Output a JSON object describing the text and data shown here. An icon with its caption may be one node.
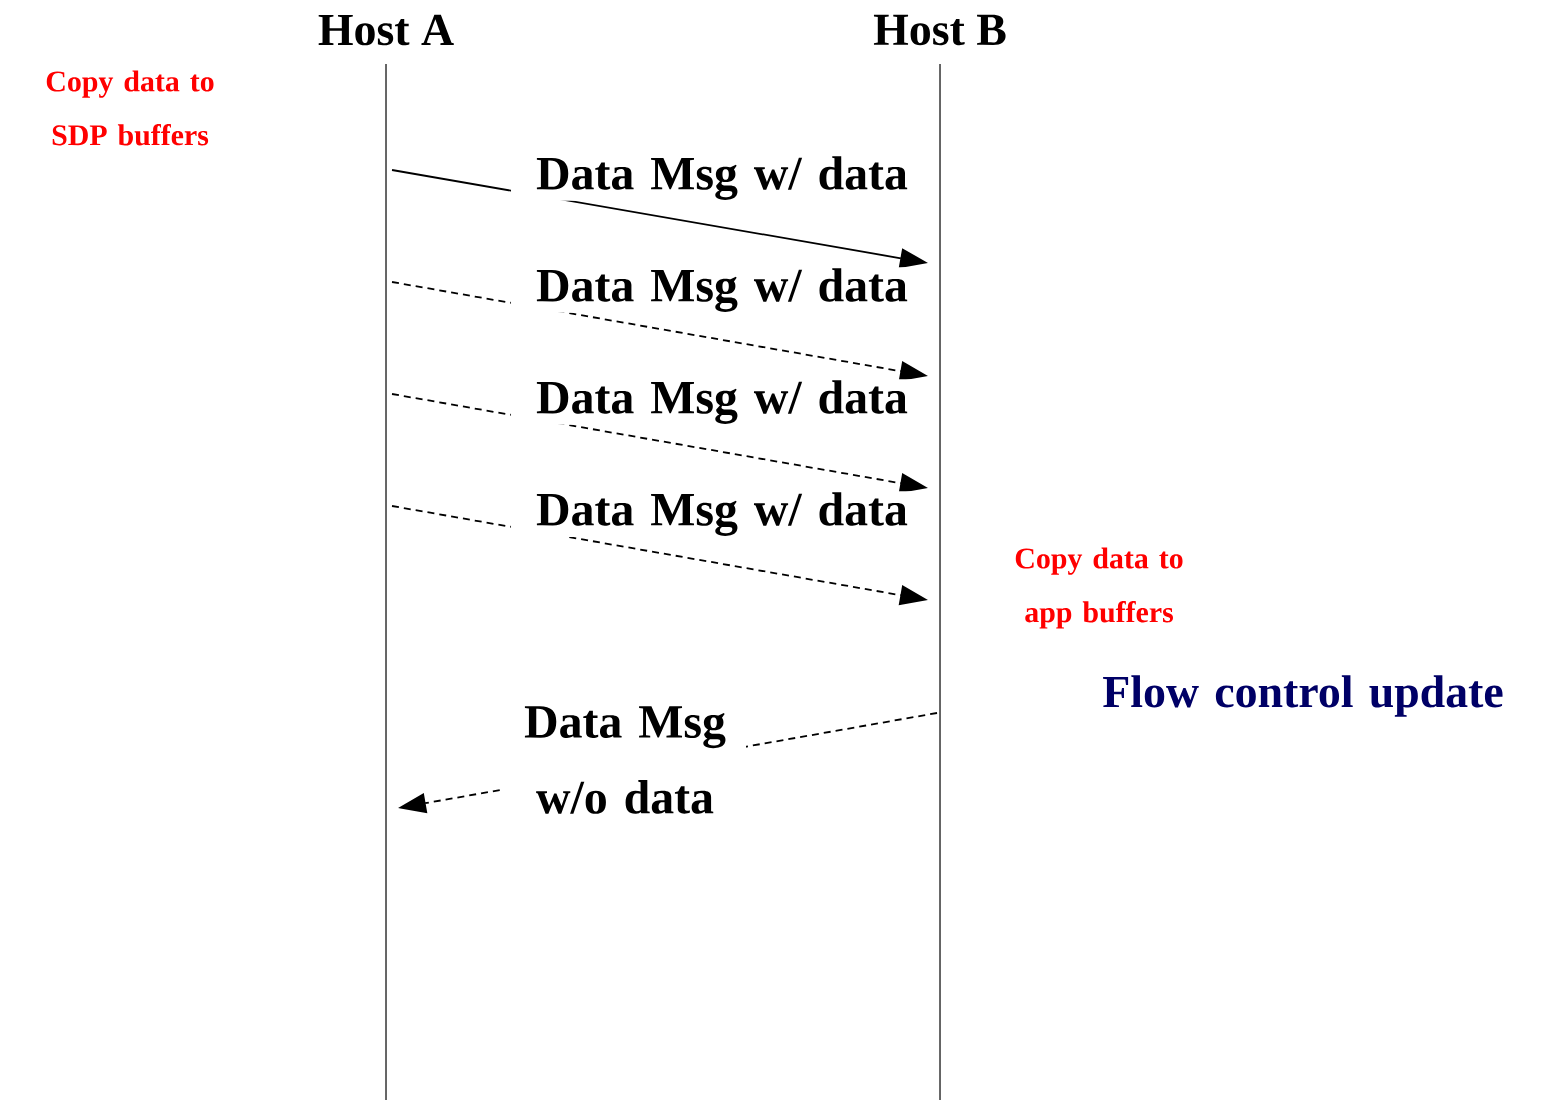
{
  "diagram": {
    "nodes": [
      {
        "text": [
          "Host A"
        ]
      },
      {
        "text": [
          "Host B"
        ]
      }
    ],
    "edges": [
      {
        "from": 0,
        "to": 1,
        "arrow": "to",
        "label": "Data Msg w/ data"
      },
      {
        "from": 0,
        "to": 1,
        "arrow": "to",
        "label": "Data Msg w/ data",
        "style": "dashed"
      },
      {
        "from": 0,
        "to": 1,
        "arrow": "to",
        "label": "Data Msg w/ data",
        "style": "dashed"
      },
      {
        "from": 0,
        "to": 1,
        "arrow": "to",
        "label": "Data Msg w/ data",
        "style": "dashed"
      },
      {
        "from": 1,
        "to": 0,
        "arrow": "to",
        "label": "Data Msg w/o data",
        "style": "dashed"
      }
    ],
    "labels": [
      "Copy data to SDP buffers",
      "Copy data to app buffers",
      "Flow control update"
    ]
  }
}
